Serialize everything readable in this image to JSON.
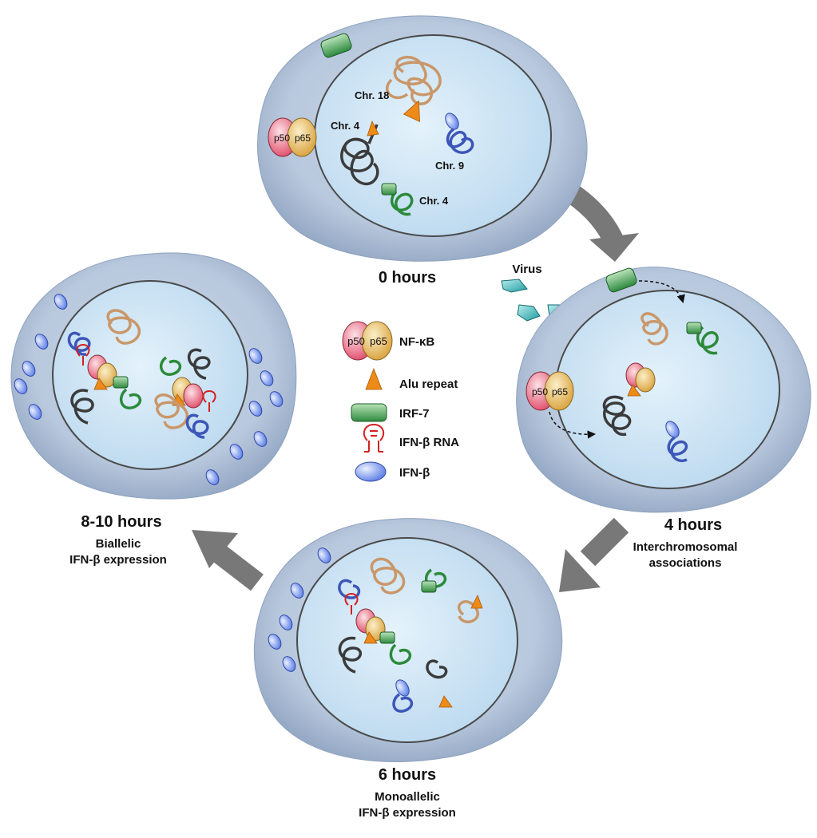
{
  "stages": {
    "s0": {
      "time": "0 hours",
      "desc": []
    },
    "s4": {
      "time": "4 hours",
      "desc": [
        "Interchromosomal",
        "associations"
      ]
    },
    "s6": {
      "time": "6 hours",
      "desc": [
        "Monoallelic",
        "IFN-β expression"
      ]
    },
    "s8": {
      "time": "8-10 hours",
      "desc": [
        "Biallelic",
        "IFN-β expression"
      ]
    }
  },
  "chromosome_labels": {
    "chr18": "Chr. 18",
    "chr4_black": "Chr. 4",
    "chr9": "Chr. 9",
    "chr4_green": "Chr. 4"
  },
  "protein_labels": {
    "p50": "p50",
    "p65": "p65"
  },
  "virus_label": "Virus",
  "legend": {
    "nfkb": "NF-κB",
    "alu": "Alu repeat",
    "irf7": "IRF-7",
    "ifnb_rna": "IFN-β RNA",
    "ifnb": "IFN-β"
  },
  "colors": {
    "cytoplasm": "#b9c8dd",
    "nucleus": "#d3e7f5",
    "arrow": "#787878",
    "chr18": "#c9976a",
    "chr4_black": "#3b3b3b",
    "chr9": "#3c56b8",
    "chr4_green": "#2b8a3a",
    "p50": "#e46a80",
    "p65": "#e0b45a",
    "alu": "#ee8a18",
    "irf7": "#4aa55a",
    "virus": "#3bb8b8",
    "ifnb": "#7f9df0",
    "rna": "#d42020"
  }
}
